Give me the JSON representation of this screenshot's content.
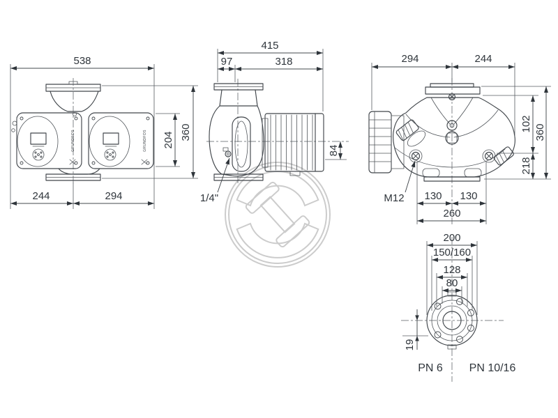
{
  "front_view": {
    "total_width": "538",
    "bottom_left": "244",
    "bottom_right": "294",
    "overall_height": "360",
    "control_box_height": "204",
    "brand": "GRUNDFOS"
  },
  "side_view": {
    "total_depth": "415",
    "flange_to_axis": "97",
    "axis_to_rear": "318",
    "axis_to_bottom": "84",
    "vent_plug": "1/4\""
  },
  "top_view": {
    "width_left": "294",
    "width_right": "244",
    "upper_section": "102",
    "overall_height": "360",
    "lower_section": "218",
    "bolt_size": "M12",
    "bolt_pitch_left": "130",
    "bolt_pitch_right": "130",
    "bolt_span": "260"
  },
  "flange_view": {
    "outer_diameter": "200",
    "bolt_circle_diameters": "150/160",
    "raised_face_diameter": "128",
    "nominal_bore": "80",
    "bolt_hole_diameter": "19",
    "pressure_rating_left": "PN 6",
    "pressure_rating_right": "PN 10/16"
  },
  "colors": {
    "line": "#41464b",
    "dimension_text": "#2f353b",
    "watermark": "#cccccc",
    "background": "#ffffff"
  }
}
